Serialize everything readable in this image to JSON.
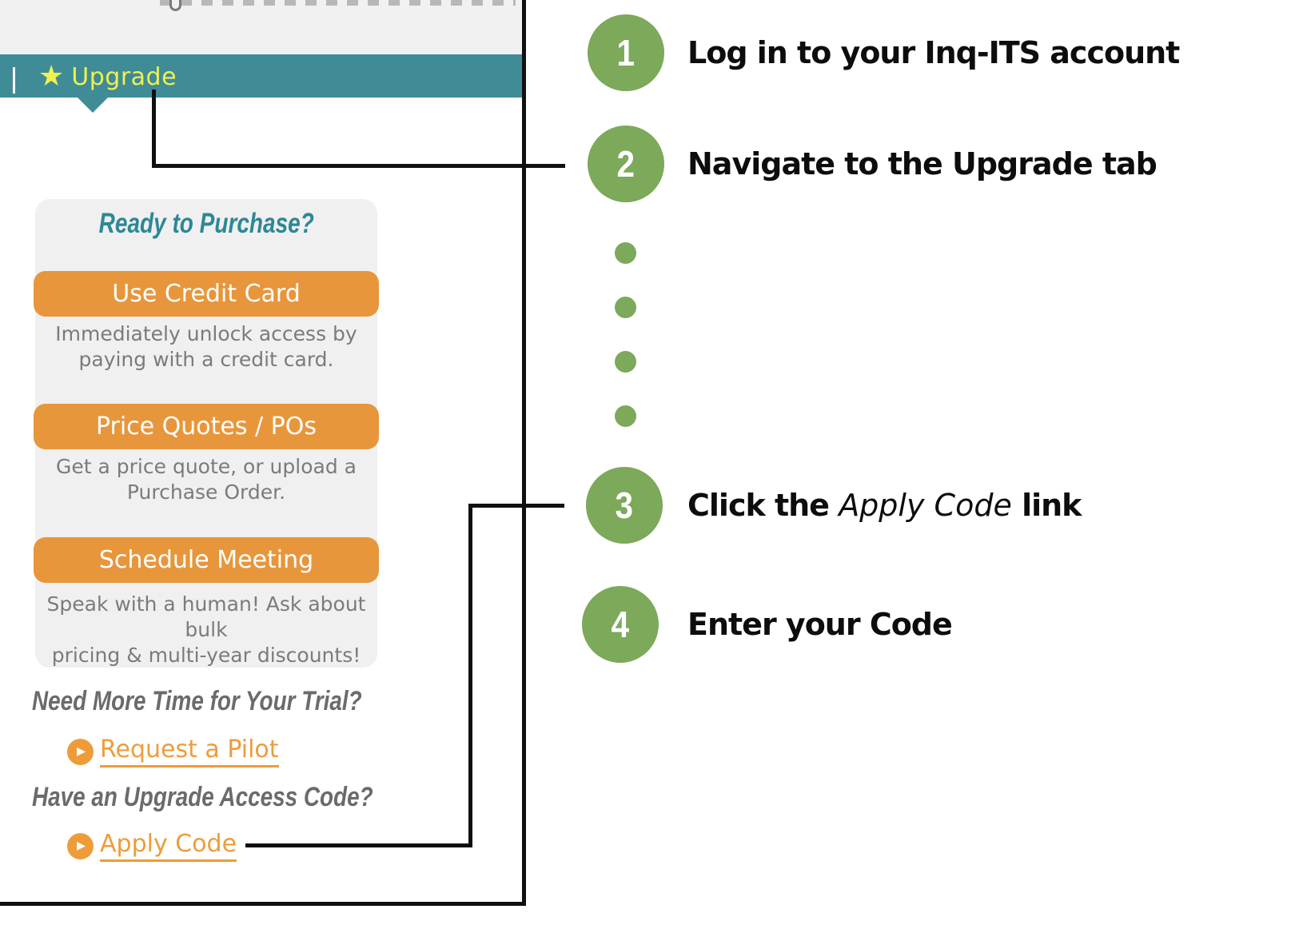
{
  "sidebar": {
    "tab": {
      "label": "Upgrade",
      "icon": "star",
      "star_glyph": "★"
    },
    "panel": {
      "title": "Ready to Purchase?",
      "options": [
        {
          "button": "Use Credit Card",
          "desc_line1": "Immediately unlock access by",
          "desc_line2": "paying with a credit card."
        },
        {
          "button": "Price Quotes / POs",
          "desc_line1": "Get a price quote, or upload a",
          "desc_line2": "Purchase Order."
        },
        {
          "button": "Schedule Meeting",
          "desc_line1": "Speak with a human! Ask about bulk",
          "desc_line2": "pricing & multi-year discounts!"
        }
      ]
    },
    "trial": {
      "heading": "Need More Time for Your Trial?",
      "link": "Request a Pilot",
      "icon": "play-circle",
      "play_glyph": "▶"
    },
    "code": {
      "heading": "Have an Upgrade Access Code?",
      "link": "Apply Code",
      "icon": "play-circle",
      "play_glyph": "▶"
    }
  },
  "steps": [
    {
      "number": "1",
      "text": "Log in to your Inq-ITS account"
    },
    {
      "number": "2",
      "text": "Navigate to the Upgrade tab"
    },
    {
      "number": "3",
      "text_before": "Click the ",
      "text_italic": "Apply Code",
      "text_after": " link"
    },
    {
      "number": "4",
      "text": "Enter your Code"
    }
  ],
  "colors": {
    "teal_bar": "#3F8C96",
    "tab_label_yellow": "#F0F04F",
    "panel_gray": "#F0F0F0",
    "button_orange": "#E8963C",
    "link_orange": "#EE9C3A",
    "heading_gray": "#6B6B6B",
    "desc_gray": "#7B7B7B",
    "step_green": "#7CA95A",
    "connector_black": "#101010"
  }
}
